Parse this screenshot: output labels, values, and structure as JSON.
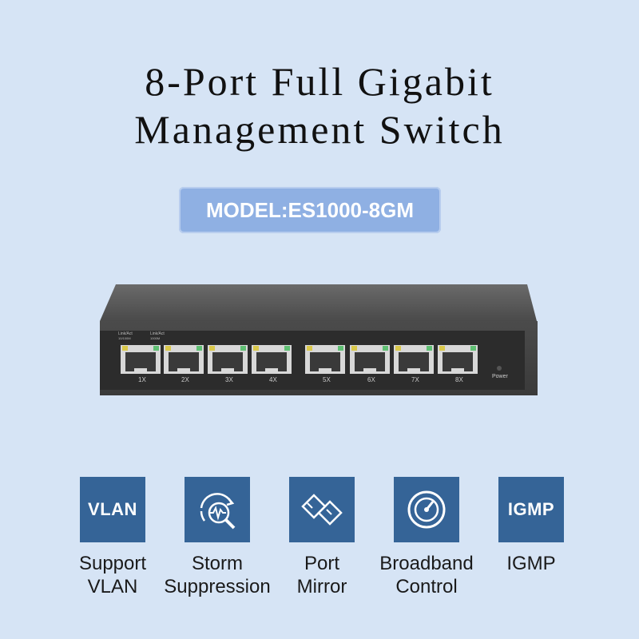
{
  "title": {
    "line1": "8-Port Full Gigabit",
    "line2": "Management Switch"
  },
  "model": "MODEL:ES1000-8GM",
  "device": {
    "ports": [
      "1X",
      "2X",
      "3X",
      "4X",
      "5X",
      "6X",
      "7X",
      "8X"
    ],
    "led_label_1": "Link/Act",
    "led_label_1b": "10/100M",
    "led_label_2": "Link/Act",
    "led_label_2b": "1000M",
    "power_label": "Power"
  },
  "features": [
    {
      "icon": "vlan-icon",
      "icon_text": "VLAN",
      "line1": "Support",
      "line2": "VLAN"
    },
    {
      "icon": "storm-search-icon",
      "line1": "Storm",
      "line2": "Suppression"
    },
    {
      "icon": "diamond-mirror-icon",
      "line1": "Port",
      "line2": "Mirror"
    },
    {
      "icon": "gauge-icon",
      "line1": "Broadband",
      "line2": "Control"
    },
    {
      "icon": "igmp-icon",
      "icon_text": "IGMP",
      "line1": "IGMP",
      "line2": ""
    }
  ],
  "colors": {
    "background": "#d6e4f5",
    "model_badge": "#8fb0e3",
    "feature_tile": "#356497"
  }
}
